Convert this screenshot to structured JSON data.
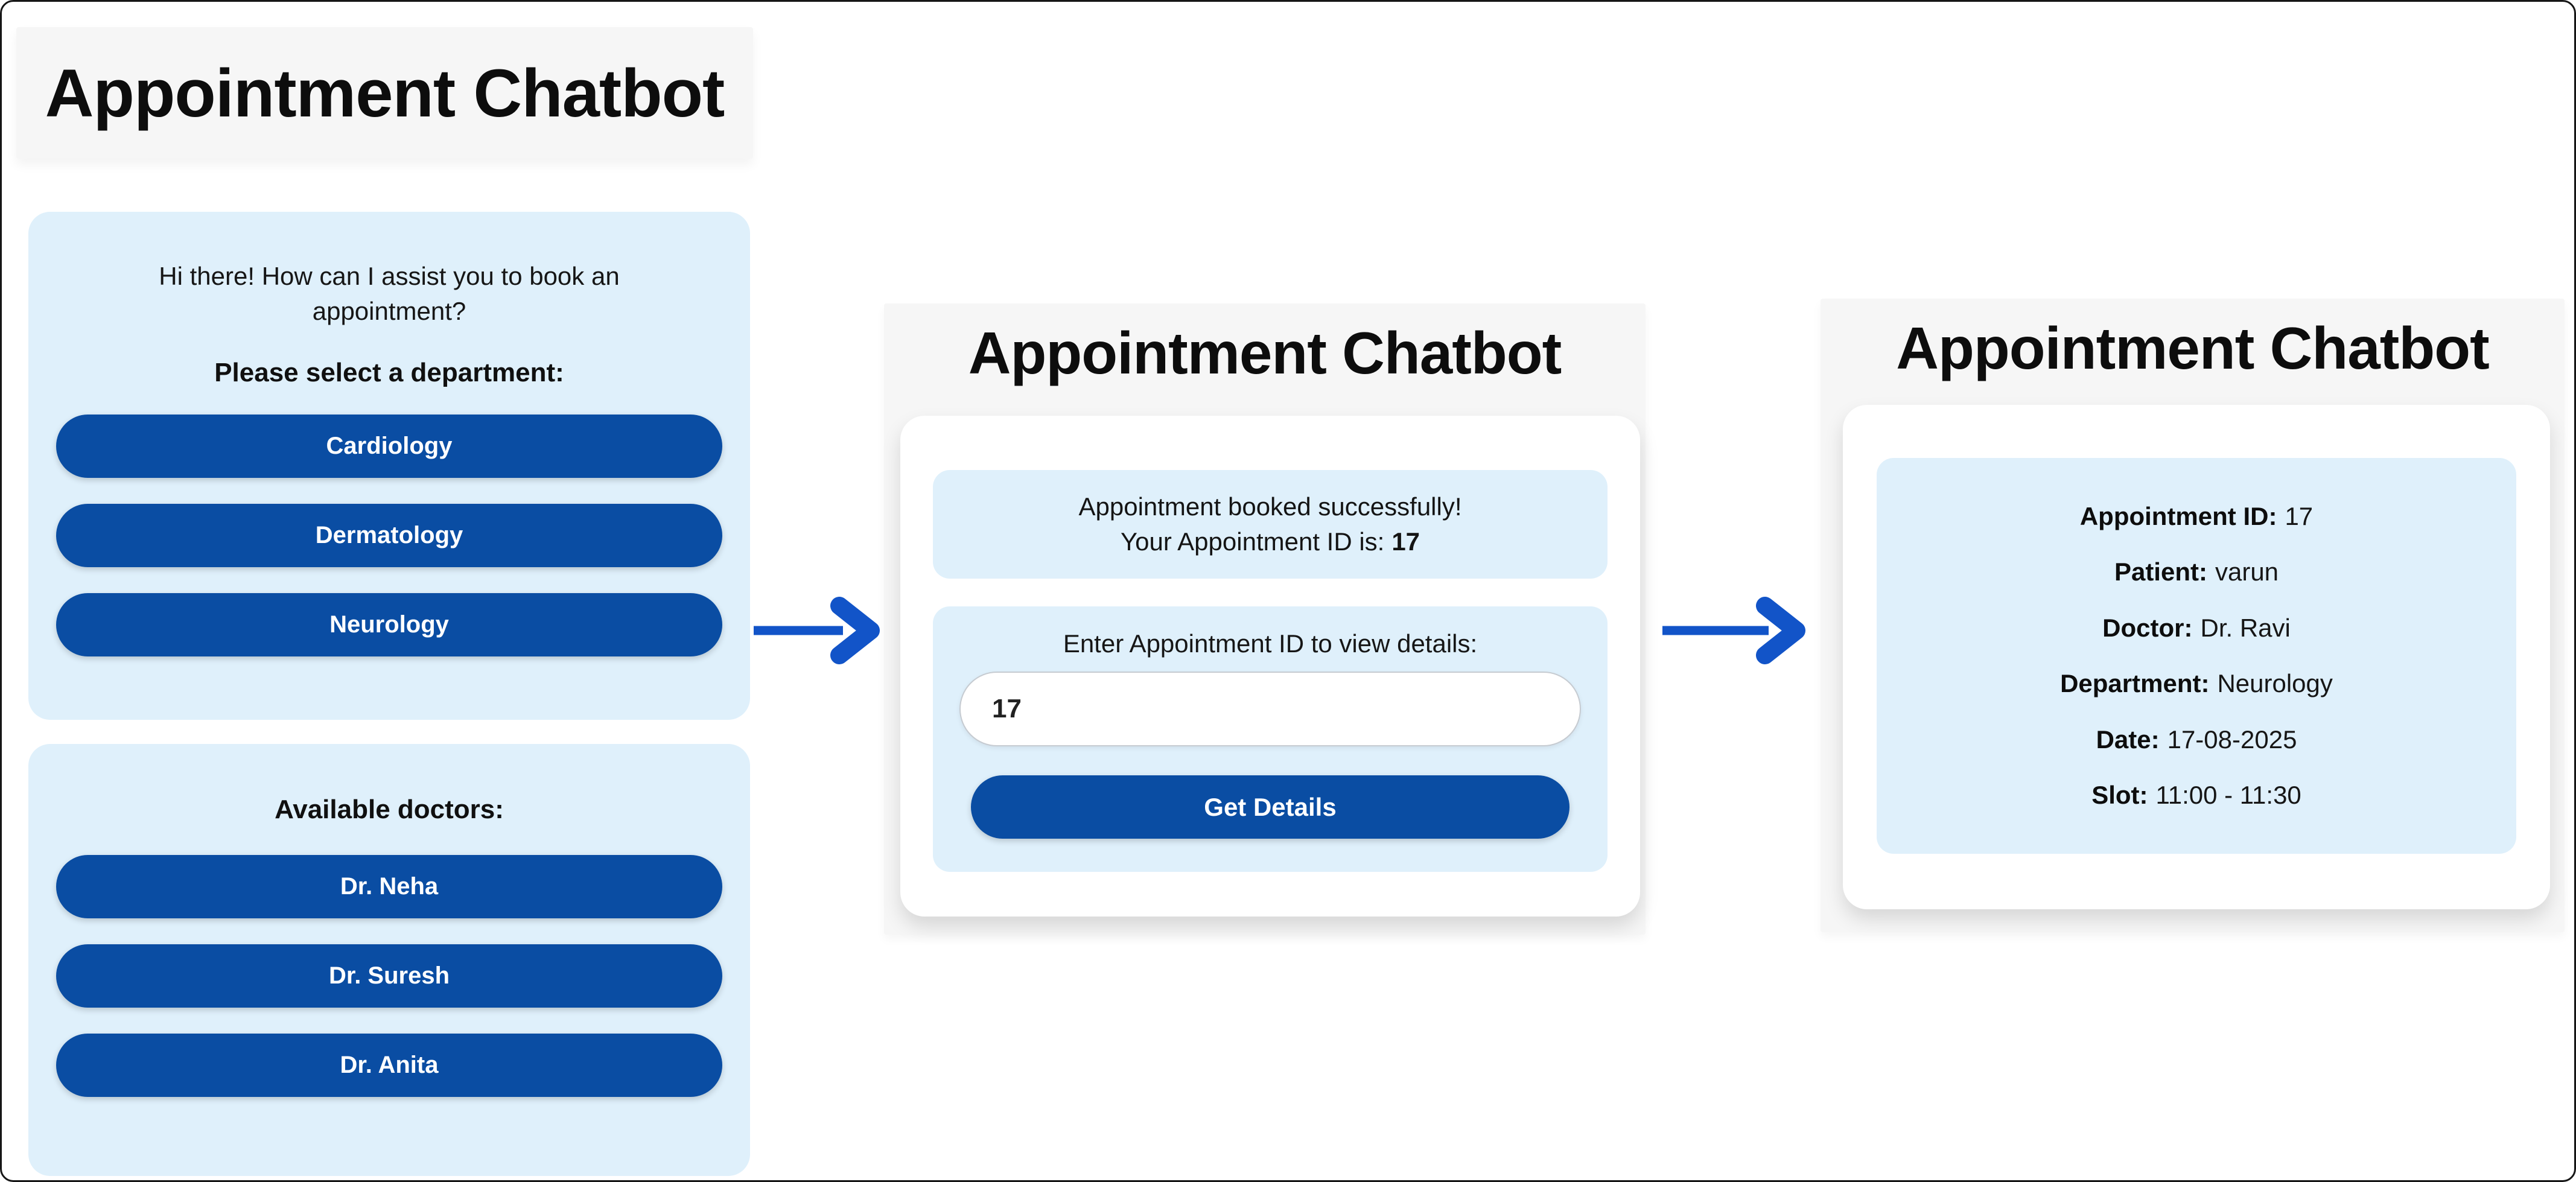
{
  "colors": {
    "primary_blue": "#0a4da3",
    "arrow_blue": "#1254c8",
    "light_blue": "#dff0fb",
    "panel_gray": "#f6f6f6"
  },
  "panels": {
    "left": {
      "title": "Appointment Chatbot",
      "greeting": "Hi there! How can I assist you to book an appointment?",
      "department_prompt": "Please select a department:",
      "departments": [
        "Cardiology",
        "Dermatology",
        "Neurology"
      ],
      "doctors_heading": "Available doctors:",
      "doctors": [
        "Dr. Neha",
        "Dr. Suresh",
        "Dr. Anita"
      ]
    },
    "middle": {
      "title": "Appointment Chatbot",
      "booking_message_line1": "Appointment booked successfully!",
      "booking_message_line2_prefix": "Your Appointment ID is:",
      "booking_id": "17",
      "lookup_prompt": "Enter Appointment ID to view details:",
      "appointment_id_input_value": "17",
      "get_details_label": "Get Details"
    },
    "right": {
      "title": "Appointment Chatbot",
      "details": [
        {
          "label": "Appointment ID:",
          "value": "17"
        },
        {
          "label": "Patient:",
          "value": "varun"
        },
        {
          "label": "Doctor:",
          "value": "Dr. Ravi"
        },
        {
          "label": "Department:",
          "value": "Neurology"
        },
        {
          "label": "Date:",
          "value": "17-08-2025"
        },
        {
          "label": "Slot:",
          "value": "11:00 - 11:30"
        }
      ]
    }
  }
}
